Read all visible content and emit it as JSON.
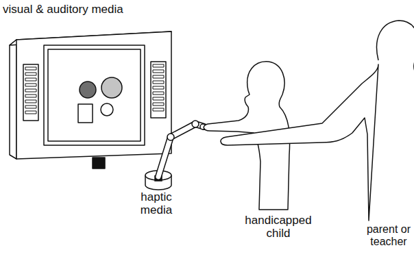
{
  "diagram": {
    "labels": [
      "visual & auditory media",
      "haptic media",
      "handicapped child",
      "parent or teacher"
    ]
  }
}
